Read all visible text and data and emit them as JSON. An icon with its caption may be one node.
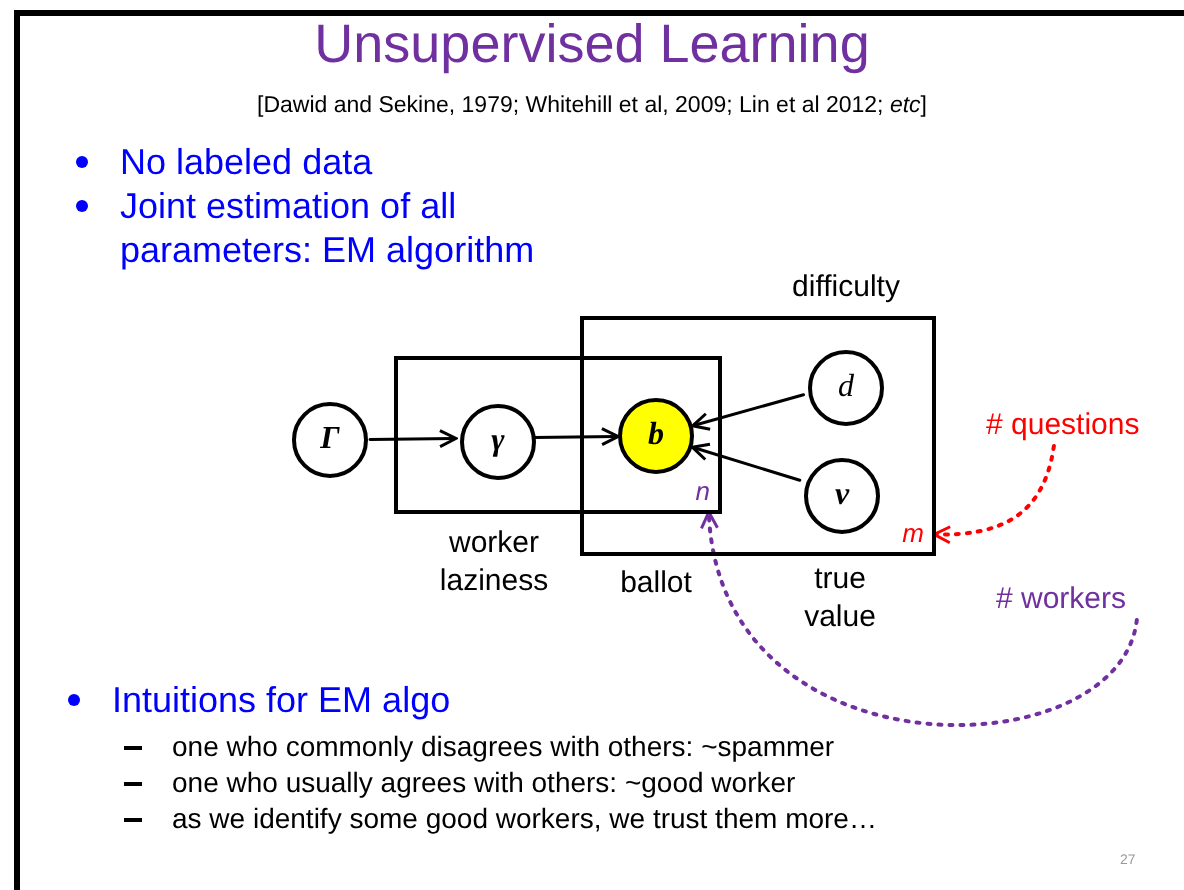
{
  "diagram": {
    "title": "Unsupervised Learning",
    "nodes": [
      {
        "text": [
          "Γ"
        ]
      },
      {
        "text": [
          "n"
        ]
      },
      {
        "text": [
          "γ"
        ],
        "in": 1,
        "beside": [
          "worker laziness"
        ]
      },
      {
        "text": [
          "m"
        ]
      },
      {
        "text": [
          "b"
        ],
        "beside": [
          "ballot"
        ]
      },
      {
        "text": [
          "d"
        ],
        "in": 3,
        "beside": [
          "difficulty"
        ]
      },
      {
        "text": [
          "v"
        ],
        "in": 3,
        "beside": [
          "true value"
        ]
      },
      {
        "text": [
          "# questions"
        ]
      },
      {
        "text": [
          "# workers"
        ]
      }
    ],
    "edges": [
      {
        "from": 0,
        "to": 2,
        "arrow": "to"
      },
      {
        "from": 2,
        "to": 4,
        "arrow": "to"
      },
      {
        "from": 5,
        "to": 4,
        "arrow": "to"
      },
      {
        "from": 6,
        "to": 4,
        "arrow": "to"
      },
      {
        "from": 7,
        "to": 3,
        "arrow": "to",
        "style": "dashed",
        "color": "#ff0000"
      },
      {
        "from": 8,
        "to": 1,
        "arrow": "to",
        "style": "dashed",
        "color": "#7030a0"
      }
    ],
    "labels": [
      "[Dawid and Sekine, 1979; Whitehill et al, 2009; Lin et al 2012; *etc*]",
      "No labeled data",
      "Joint estimation of all parameters: EM algorithm",
      "Intuitions for EM algo",
      "one who commonly disagrees with others: ~spammer",
      "one who usually agrees with others: ~good worker",
      "as we identify some good workers, we trust them more…",
      "27"
    ]
  }
}
